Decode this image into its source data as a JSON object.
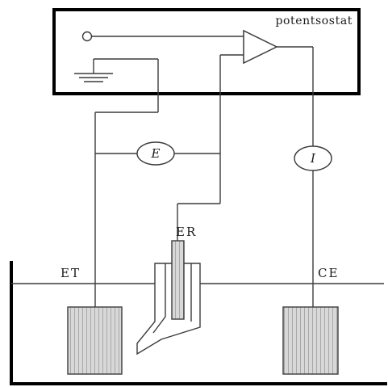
{
  "labels": {
    "potentiostat": "potentsostat",
    "reference": "ER",
    "working": "ET",
    "counter": "CE",
    "voltmeter": "E",
    "ammeter": "I"
  },
  "colors": {
    "line": "#3c3c3c",
    "frame": "#000000",
    "electrode_fill": "#d8d8d8",
    "hatch": "#a8a8a8",
    "background": "#ffffff"
  },
  "icons": {
    "ground": "ground-symbol-icon",
    "amplifier": "op-amp-triangle-icon",
    "input_terminal": "open-circle-terminal-icon"
  }
}
